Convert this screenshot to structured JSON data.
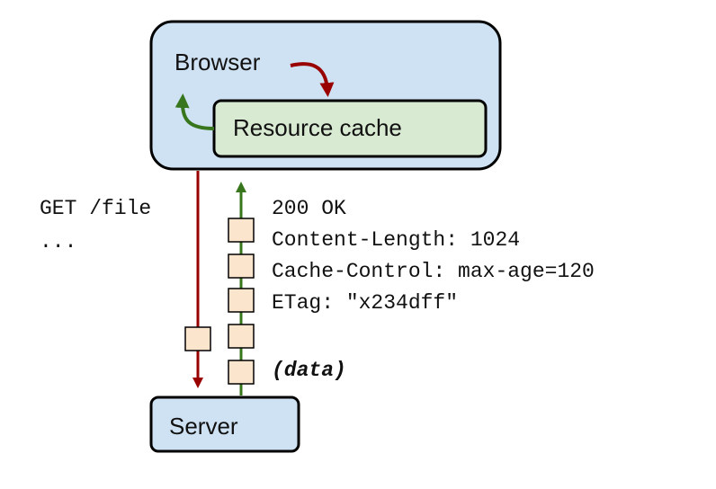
{
  "browser": {
    "label": "Browser",
    "cache_label": "Resource cache"
  },
  "server": {
    "label": "Server"
  },
  "request": {
    "lines": [
      "GET /file",
      "..."
    ]
  },
  "response": {
    "lines": [
      "200 OK",
      "Content-Length: 1024",
      "Cache-Control: max-age=120",
      "ETag: \"x234dff\""
    ],
    "body_label": "(data)"
  },
  "colors": {
    "box_fill": "#cfe2f3",
    "cache_fill": "#d9ead3",
    "packet_fill": "#fce5cd",
    "request_arrow": "#990000",
    "response_arrow": "#38761d",
    "outline": "#000000"
  }
}
